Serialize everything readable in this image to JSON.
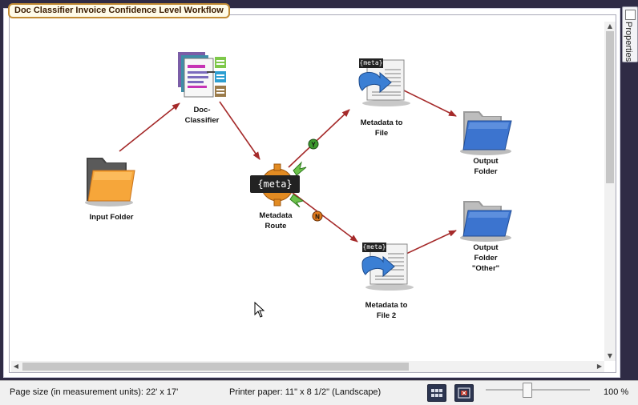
{
  "workflow": {
    "title": "Doc Classifier Invoice Confidence Level Workflow"
  },
  "side_panel": {
    "properties_label": "Properties"
  },
  "nodes": {
    "input_folder": {
      "label": [
        "Input Folder"
      ],
      "icon": "folder-orange-icon"
    },
    "doc_classifier": {
      "label": [
        "Doc-",
        "Classifier"
      ],
      "icon": "doc-classifier-icon"
    },
    "metadata_route": {
      "label": [
        "Metadata",
        "Route"
      ],
      "icon": "metadata-route-gear-icon",
      "icon_text": "{meta}"
    },
    "metadata_to_file": {
      "label": [
        "Metadata to",
        "File"
      ],
      "icon": "metadata-to-file-icon",
      "icon_text": "{meta}"
    },
    "metadata_to_file_2": {
      "label": [
        "Metadata to",
        "File 2"
      ],
      "icon": "metadata-to-file-icon",
      "icon_text": "{meta}"
    },
    "output_folder": {
      "label": [
        "Output",
        "Folder"
      ],
      "icon": "folder-blue-icon"
    },
    "output_folder_other": {
      "label": [
        "Output",
        "Folder",
        "\"Other\""
      ],
      "icon": "folder-blue-icon"
    }
  },
  "route_badges": {
    "yes": "Y",
    "no": "N"
  },
  "colors": {
    "connector": "#a52a2a",
    "tab_border": "#c28b34",
    "frame": "#2f2b45"
  },
  "status_bar": {
    "page_size": "Page size (in measurement units):  22' x 17'",
    "printer_paper": "Printer paper:  11\" x 8 1/2\"  (Landscape)",
    "zoom_level": "100 %",
    "zoom_value": 50
  }
}
